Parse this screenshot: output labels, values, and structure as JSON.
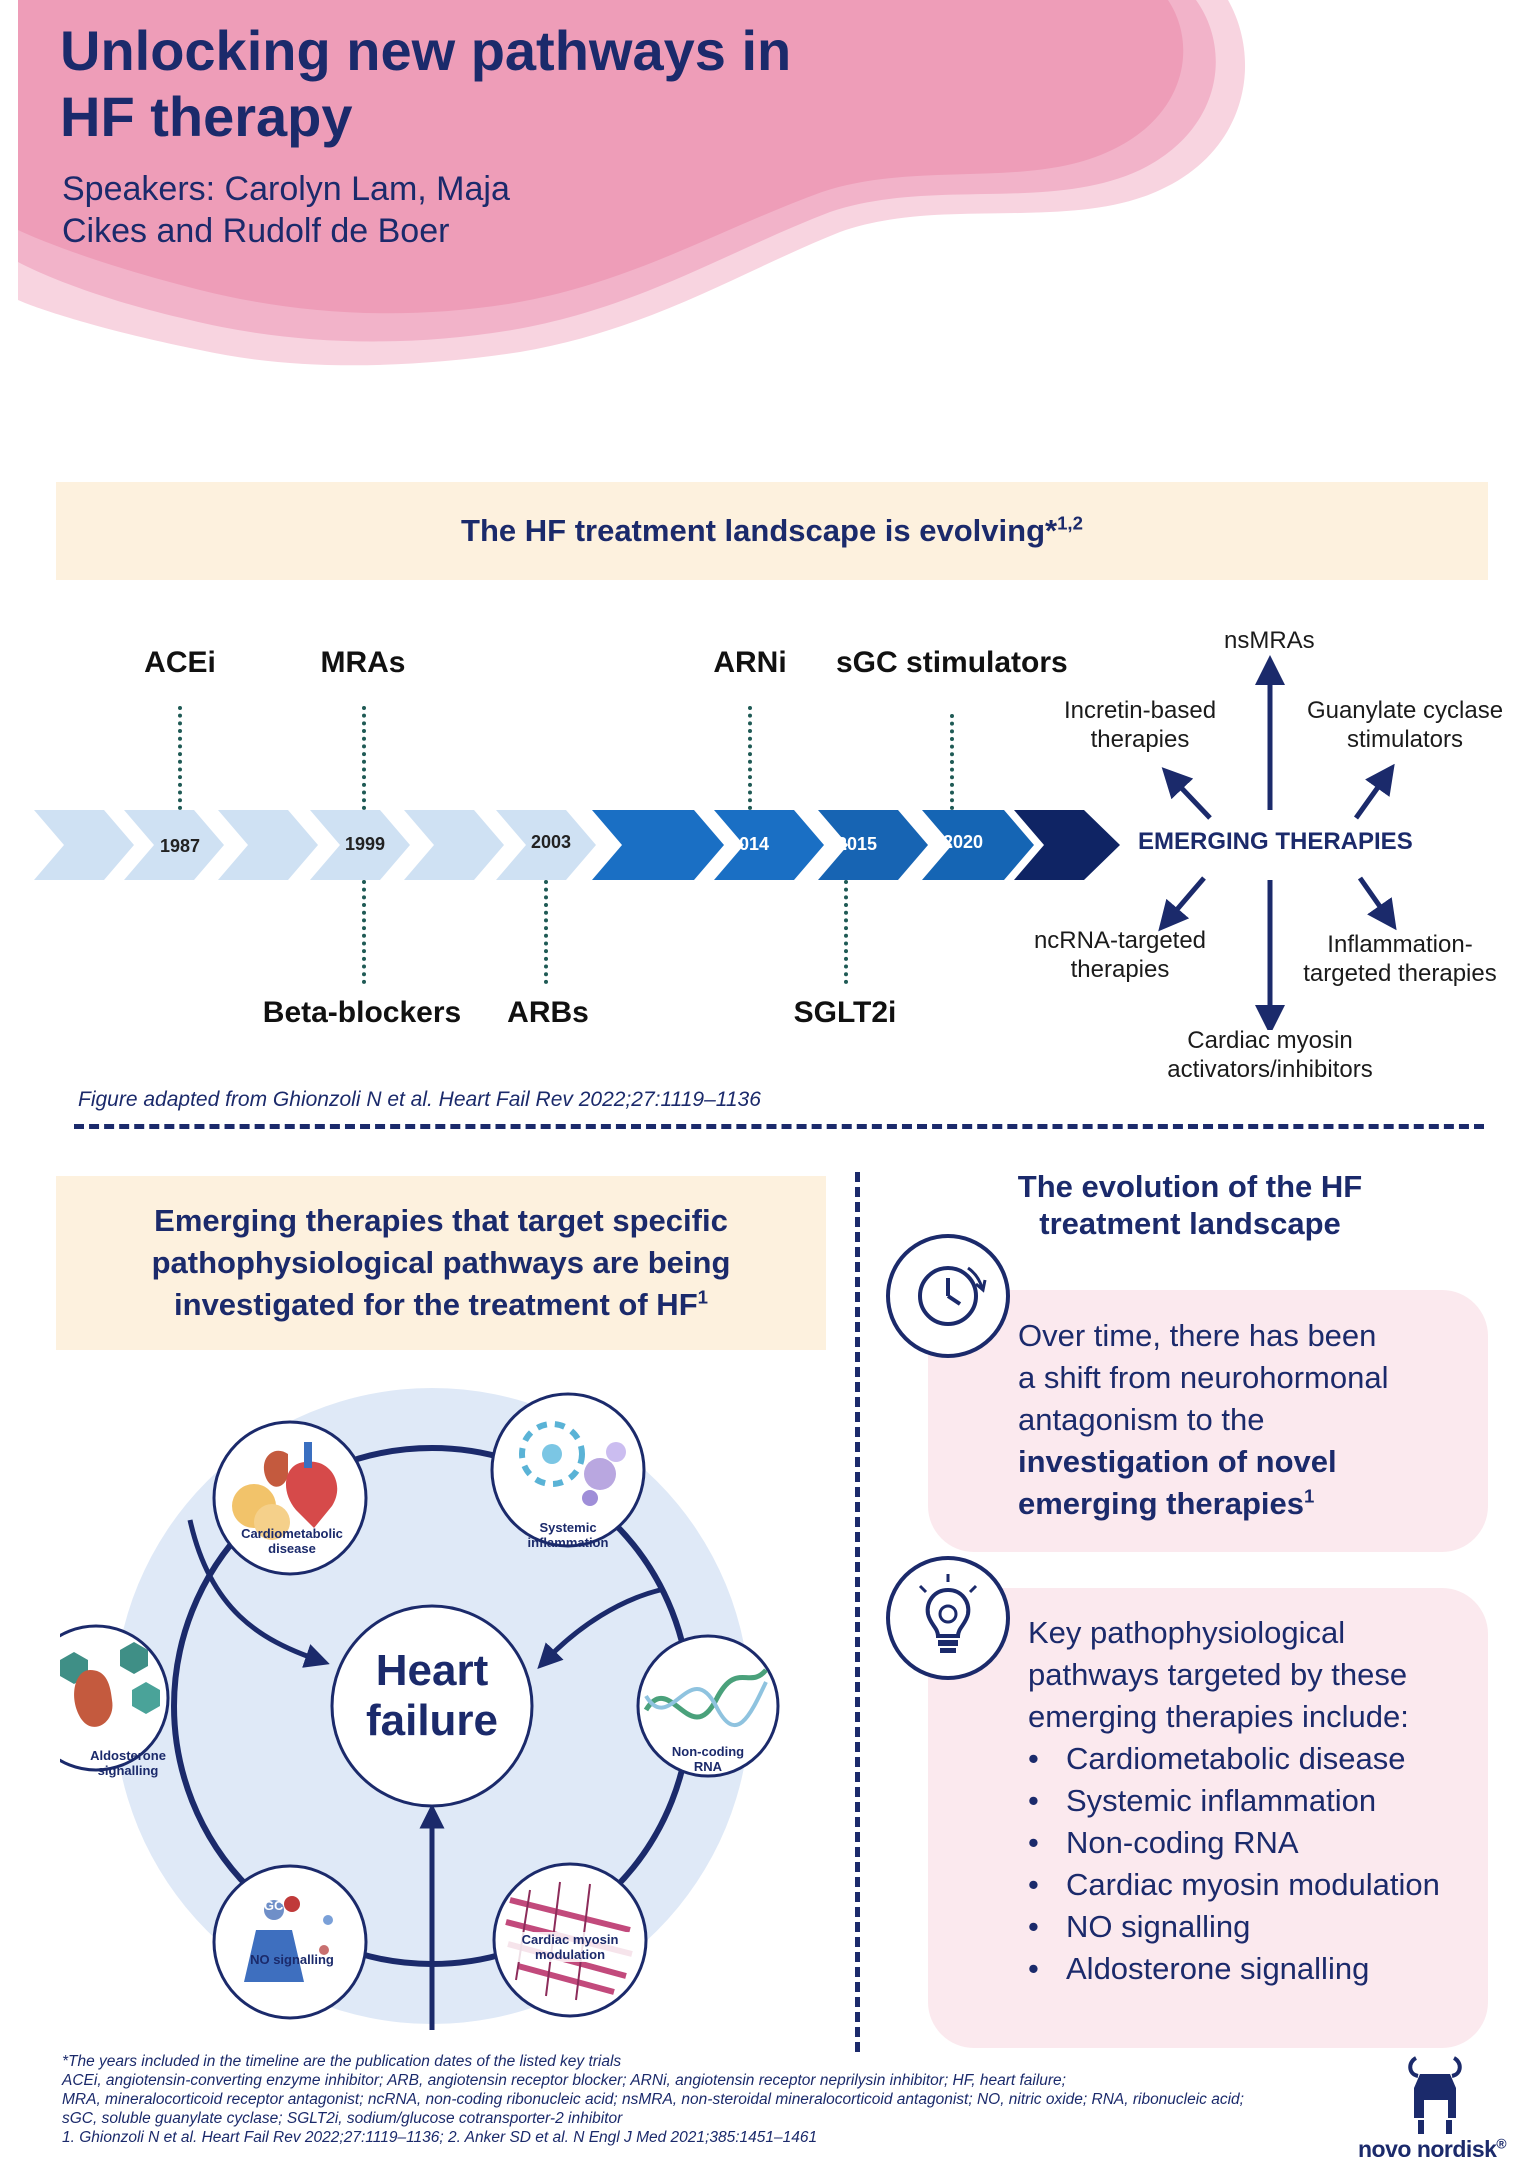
{
  "header": {
    "title_line1": "Unlocking new pathways in",
    "title_line2": "HF therapy",
    "speakers_line1": "Speakers: Carolyn Lam, Maja",
    "speakers_line2": "Cikes and Rudolf de Boer"
  },
  "timeline_section": {
    "heading": "The HF treatment landscape is evolving*",
    "heading_sup": "1,2",
    "above_labels": [
      "ACEi",
      "MRAs",
      "ARNi",
      "sGC stimulators"
    ],
    "below_labels": [
      "Beta-blockers",
      "ARBs",
      "SGLT2i"
    ],
    "years": [
      "1987",
      "1999",
      "2003",
      "2014",
      "2015",
      "2020"
    ],
    "emerging": {
      "center": "EMERGING THERAPIES",
      "top": "nsMRAs",
      "top_left": [
        "Incretin-based",
        "therapies"
      ],
      "top_right": [
        "Guanylate cyclase",
        "stimulators"
      ],
      "bottom_left": [
        "ncRNA-targeted",
        "therapies"
      ],
      "bottom_right": [
        "Inflammation-",
        "targeted therapies"
      ],
      "bottom": [
        "Cardiac myosin",
        "activators/inhibitors"
      ]
    },
    "caption": "Figure adapted from Ghionzoli N et al. Heart Fail Rev 2022;27:1119–1136"
  },
  "pathways_section": {
    "heading_line1": "Emerging therapies that target specific",
    "heading_line2": "pathophysiological pathways are being",
    "heading_line3": "investigated for the treatment of HF",
    "heading_sup": "1",
    "center_line1": "Heart",
    "center_line2": "failure",
    "nodes": {
      "cardiometabolic": [
        "Cardiometabolic",
        "disease"
      ],
      "inflammation": [
        "Systemic",
        "inflammation"
      ],
      "ncrna": [
        "Non-coding",
        "RNA"
      ],
      "myosin": [
        "Cardiac myosin",
        "modulation"
      ],
      "no": [
        "NO signalling"
      ],
      "aldosterone": [
        "Aldosterone",
        "signalling"
      ],
      "sgc": "sGC"
    }
  },
  "evolution_section": {
    "title_line1": "The evolution of the HF",
    "title_line2": "treatment landscape",
    "box1_lines": [
      "Over time, there has been",
      "a shift from neurohormonal",
      "antagonism to the"
    ],
    "box1_bold_line1": "investigation of novel",
    "box1_bold_line2": "emerging therapies",
    "box1_sup": "1",
    "box2_intro_lines": [
      "Key pathophysiological",
      "pathways targeted by these",
      "emerging therapies include:"
    ],
    "bullets": [
      "Cardiometabolic disease",
      "Systemic inflammation",
      "Non-coding RNA",
      "Cardiac myosin modulation",
      "NO signalling",
      "Aldosterone signalling"
    ]
  },
  "footnotes": [
    "*The years included in the timeline are the publication dates of the listed key trials",
    "ACEi, angiotensin-converting enzyme inhibitor; ARB, angiotensin receptor blocker; ARNi, angiotensin receptor neprilysin inhibitor; HF, heart failure;",
    "MRA, mineralocorticoid receptor antagonist; ncRNA, non-coding ribonucleic acid; nsMRA, non-steroidal mineralocorticoid antagonist; NO, nitric oxide; RNA, ribonucleic acid;",
    "sGC, soluble guanylate cyclase; SGLT2i, sodium/glucose cotransporter-2 inhibitor",
    "1. Ghionzoli N et al. Heart Fail Rev 2022;27:1119–1136; 2. Anker SD et al. N Engl J Med 2021;385:1451–1461"
  ],
  "logo": {
    "text": "novo nordisk",
    "reg": "®"
  },
  "colors": {
    "navy": "#1b2a6b",
    "pink": "#ee9db8",
    "cream": "#fdf1de",
    "lightpink": "#fbe9ee"
  }
}
